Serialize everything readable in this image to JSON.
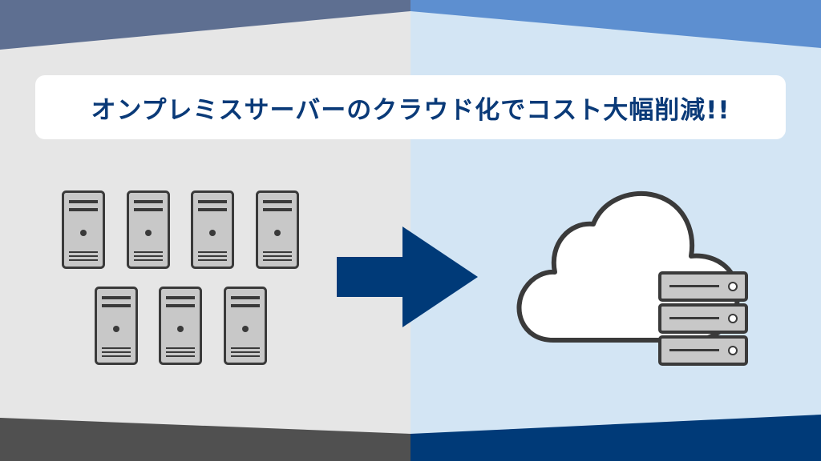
{
  "title": "オンプレミスサーバーのクラウド化でコスト大幅削減!!",
  "colors": {
    "navy": "#003a78",
    "title_text": "#0a3a78",
    "left_bg": "#e6e6e6",
    "right_bg": "#d3e5f4",
    "top_left_band": "#5e6f91",
    "top_right_band": "#5d8fd0",
    "bottom_left_band": "#505050",
    "server_fill": "#c8c8c8",
    "server_outline": "#3a3a3a",
    "cloud_fill": "#ffffff",
    "cloud_outline": "#3a3a3a"
  },
  "icons": {
    "left": "tower-server-icon",
    "arrow": "right-arrow-icon",
    "right": "cloud-server-icon"
  },
  "on_premise_server_count": 7,
  "cloud_rack_units": 3
}
